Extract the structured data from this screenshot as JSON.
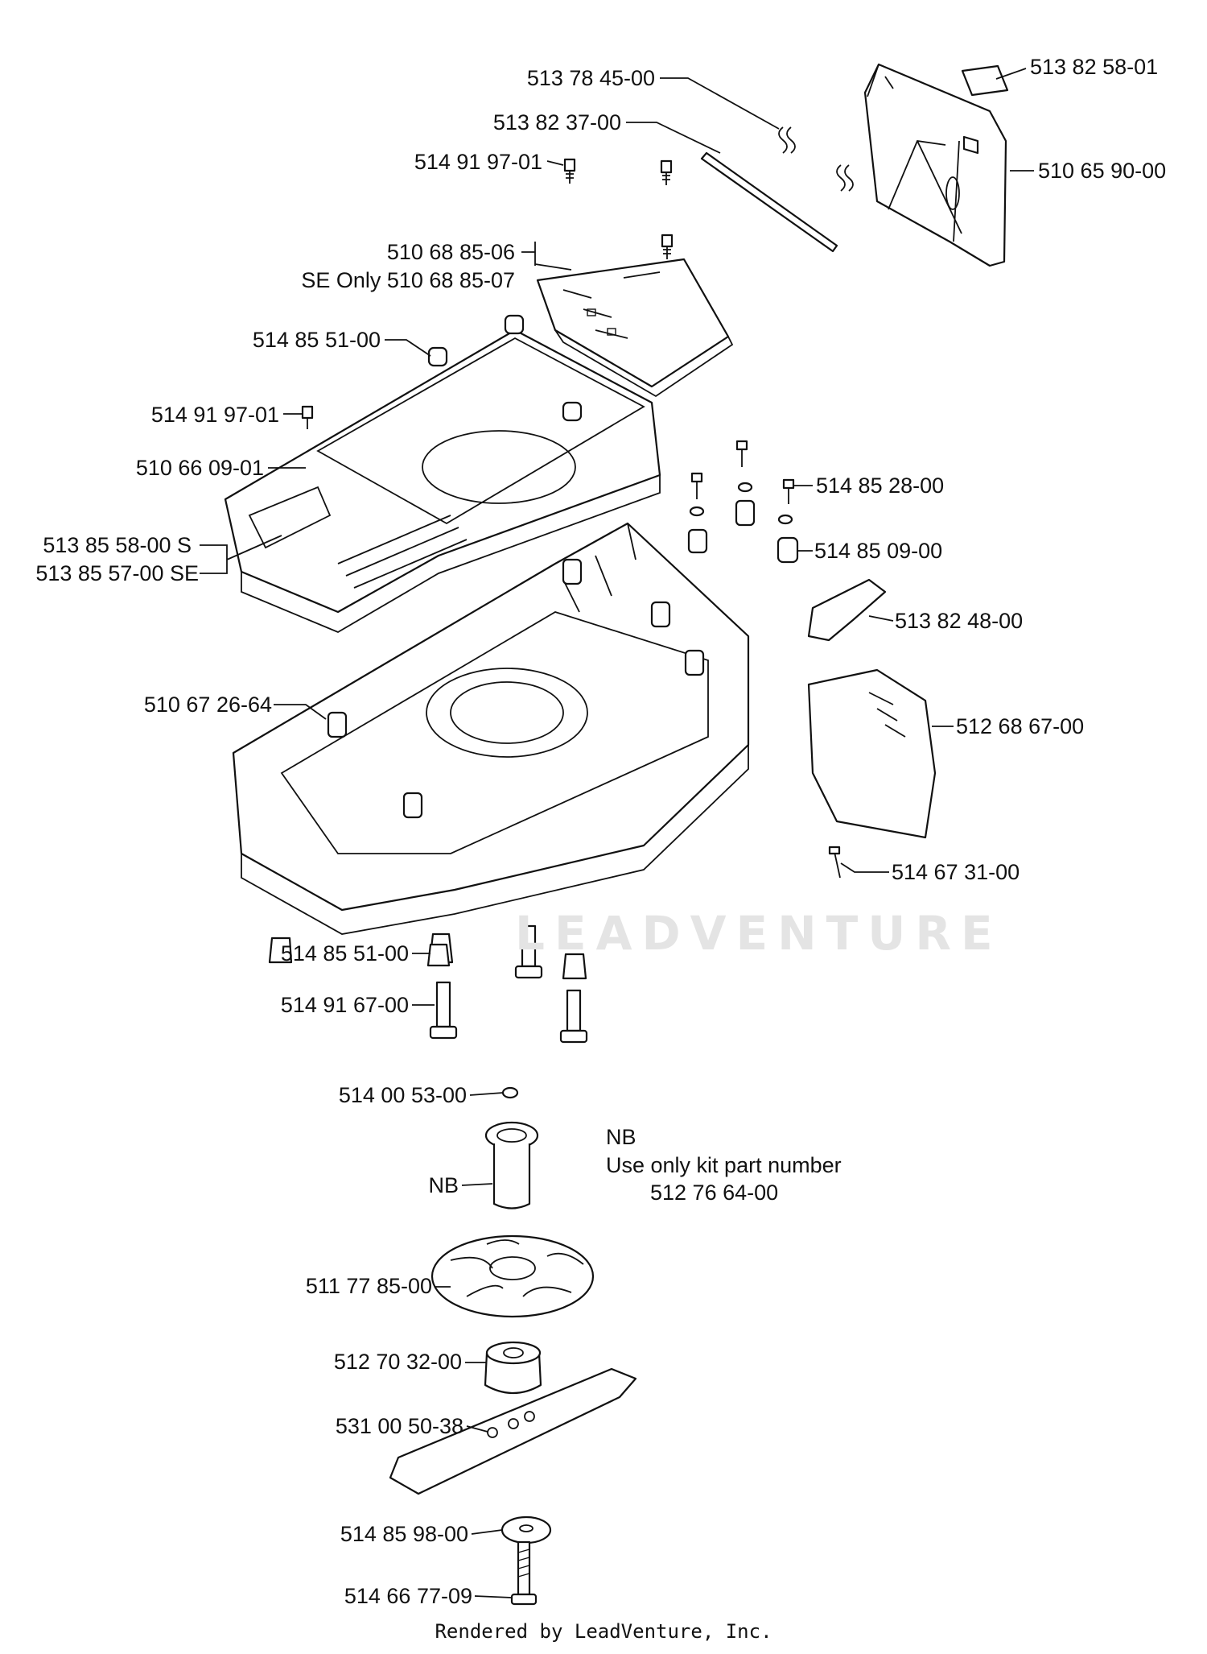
{
  "labels": {
    "l01": "513 78 45-00",
    "l02": "513 82 37-00",
    "l03": "514 91 97-01",
    "l04": "513 82 58-01",
    "l05": "510 65 90-00",
    "l06": "510 68 85-06",
    "l07": "SE Only 510 68 85-07",
    "l08": "514 85 51-00",
    "l09": "514 91 97-01",
    "l10": "510 66 09-01",
    "l11": "514 85 28-00",
    "l12": "513 85 58-00 S",
    "l13": "513 85 57-00 SE",
    "l14": "514 85 09-00",
    "l15": "513 82 48-00",
    "l16": "510 67 26-64",
    "l17": "512 68 67-00",
    "l18": "514 67 31-00",
    "l19": "514 85 51-00",
    "l20": "514 91 67-00",
    "l21": "514 00 53-00",
    "l22": "NB",
    "l23": "511 77 85-00",
    "l24": "512 70 32-00",
    "l25": "531 00 50-38",
    "l26": "514 85 98-00",
    "l27": "514 66 77-09"
  },
  "note": {
    "title": "NB",
    "line1": "Use only kit part number",
    "line2": "512 76 64-00"
  },
  "watermark": "LEADVENTURE",
  "footer": "Rendered by LeadVenture, Inc."
}
